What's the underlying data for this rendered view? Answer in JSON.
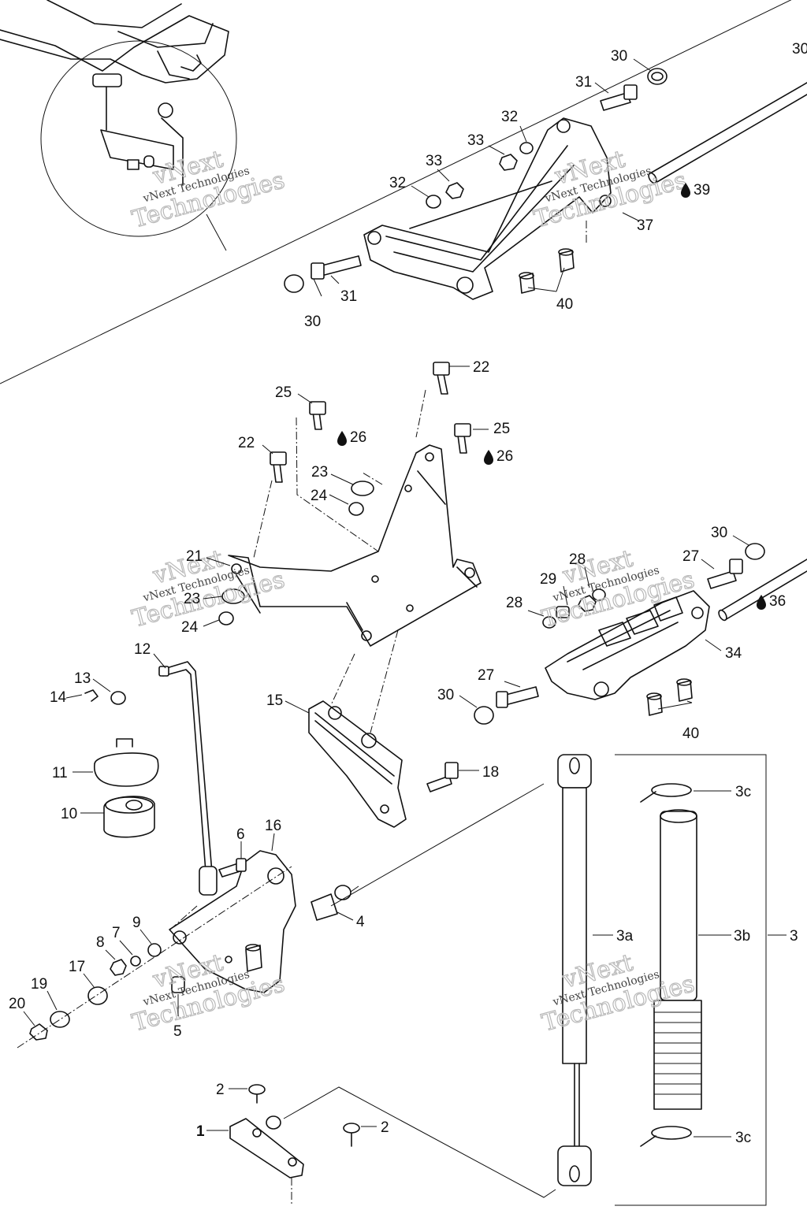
{
  "watermark": {
    "brand": "vNext",
    "brand_small": "vNext Technologies",
    "word": "Technologies"
  },
  "callouts": [
    {
      "id": "c30a",
      "text": "30"
    },
    {
      "id": "c30b",
      "text": "30"
    },
    {
      "id": "c31a",
      "text": "31"
    },
    {
      "id": "c32a",
      "text": "32"
    },
    {
      "id": "c33a",
      "text": "33"
    },
    {
      "id": "c33b",
      "text": "33"
    },
    {
      "id": "c32b",
      "text": "32"
    },
    {
      "id": "c39",
      "text": "39"
    },
    {
      "id": "c37",
      "text": "37"
    },
    {
      "id": "c31b",
      "text": "31"
    },
    {
      "id": "c30c",
      "text": "30"
    },
    {
      "id": "c40a",
      "text": "40"
    },
    {
      "id": "c22a",
      "text": "22"
    },
    {
      "id": "c25a",
      "text": "25"
    },
    {
      "id": "c26a",
      "text": "26"
    },
    {
      "id": "c25b",
      "text": "25"
    },
    {
      "id": "c26b",
      "text": "26"
    },
    {
      "id": "c22b",
      "text": "22"
    },
    {
      "id": "c23a",
      "text": "23"
    },
    {
      "id": "c24a",
      "text": "24"
    },
    {
      "id": "c21",
      "text": "21"
    },
    {
      "id": "c23b",
      "text": "23"
    },
    {
      "id": "c24b",
      "text": "24"
    },
    {
      "id": "c30d",
      "text": "30"
    },
    {
      "id": "c27a",
      "text": "27"
    },
    {
      "id": "c28a",
      "text": "28"
    },
    {
      "id": "c29",
      "text": "29"
    },
    {
      "id": "c28b",
      "text": "28"
    },
    {
      "id": "c36",
      "text": "36"
    },
    {
      "id": "c34",
      "text": "34"
    },
    {
      "id": "c27b",
      "text": "27"
    },
    {
      "id": "c30e",
      "text": "30"
    },
    {
      "id": "c40b",
      "text": "40"
    },
    {
      "id": "c12",
      "text": "12"
    },
    {
      "id": "c13",
      "text": "13"
    },
    {
      "id": "c14",
      "text": "14"
    },
    {
      "id": "c15",
      "text": "15"
    },
    {
      "id": "c11",
      "text": "11"
    },
    {
      "id": "c10",
      "text": "10"
    },
    {
      "id": "c18",
      "text": "18"
    },
    {
      "id": "c6",
      "text": "6"
    },
    {
      "id": "c16",
      "text": "16"
    },
    {
      "id": "c4",
      "text": "4"
    },
    {
      "id": "c9",
      "text": "9"
    },
    {
      "id": "c7",
      "text": "7"
    },
    {
      "id": "c8",
      "text": "8"
    },
    {
      "id": "c17",
      "text": "17"
    },
    {
      "id": "c19",
      "text": "19"
    },
    {
      "id": "c20",
      "text": "20"
    },
    {
      "id": "c5",
      "text": "5"
    },
    {
      "id": "c3c_top",
      "text": "3c"
    },
    {
      "id": "c3a",
      "text": "3a"
    },
    {
      "id": "c3b",
      "text": "3b"
    },
    {
      "id": "c3",
      "text": "3"
    },
    {
      "id": "c3c_bot",
      "text": "3c"
    },
    {
      "id": "c2a",
      "text": "2"
    },
    {
      "id": "c1",
      "text": "1"
    },
    {
      "id": "c2b",
      "text": "2"
    }
  ]
}
